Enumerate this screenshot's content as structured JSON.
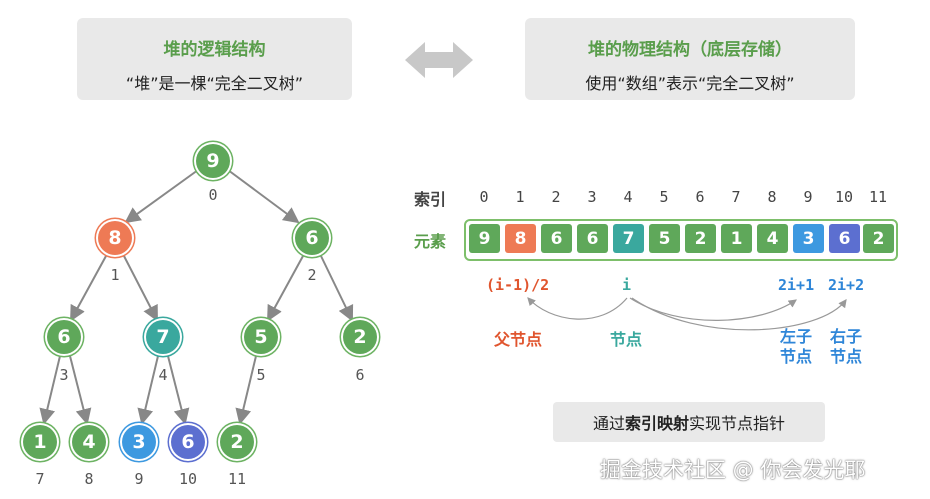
{
  "logical_box": {
    "title": "堆的逻辑结构",
    "subtitle": "“堆”是一棵“完全二叉树”"
  },
  "physical_box": {
    "title": "堆的物理结构（底层存储）",
    "subtitle": "使用“数组”表示“完全二叉树”"
  },
  "colors": {
    "green": "#5fa85a",
    "orange": "#ee7a55",
    "teal": "#3aa89e",
    "blue": "#3d99e0",
    "indigo": "#5c6fd0"
  },
  "tree": {
    "nodes": [
      {
        "value": "9",
        "index": "0",
        "color": "green"
      },
      {
        "value": "8",
        "index": "1",
        "color": "orange"
      },
      {
        "value": "6",
        "index": "2",
        "color": "green"
      },
      {
        "value": "6",
        "index": "3",
        "color": "green"
      },
      {
        "value": "7",
        "index": "4",
        "color": "teal"
      },
      {
        "value": "5",
        "index": "5",
        "color": "green"
      },
      {
        "value": "2",
        "index": "6",
        "color": "green"
      },
      {
        "value": "1",
        "index": "7",
        "color": "green"
      },
      {
        "value": "4",
        "index": "8",
        "color": "green"
      },
      {
        "value": "3",
        "index": "9",
        "color": "blue"
      },
      {
        "value": "6",
        "index": "10",
        "color": "indigo"
      },
      {
        "value": "2",
        "index": "11",
        "color": "green"
      }
    ]
  },
  "array": {
    "index_label": "索引",
    "element_label": "元素",
    "indices": [
      "0",
      "1",
      "2",
      "3",
      "4",
      "5",
      "6",
      "7",
      "8",
      "9",
      "10",
      "11"
    ],
    "values": [
      "9",
      "8",
      "6",
      "6",
      "7",
      "5",
      "2",
      "1",
      "4",
      "3",
      "6",
      "2"
    ],
    "colors": [
      "green",
      "orange",
      "green",
      "green",
      "teal",
      "green",
      "green",
      "green",
      "green",
      "blue",
      "indigo",
      "green"
    ]
  },
  "formulas": {
    "parent": "(i-1)/2",
    "self": "i",
    "left": "2i+1",
    "right": "2i+2"
  },
  "captions": {
    "parent": "父节点",
    "self": "节点",
    "left_1": "左子",
    "left_2": "节点",
    "right_1": "右子",
    "right_2": "节点"
  },
  "note": {
    "prefix": "通过",
    "bold": "索引映射",
    "suffix": "实现节点指针"
  },
  "watermark": "掘金技术社区 @ 你会发光耶"
}
